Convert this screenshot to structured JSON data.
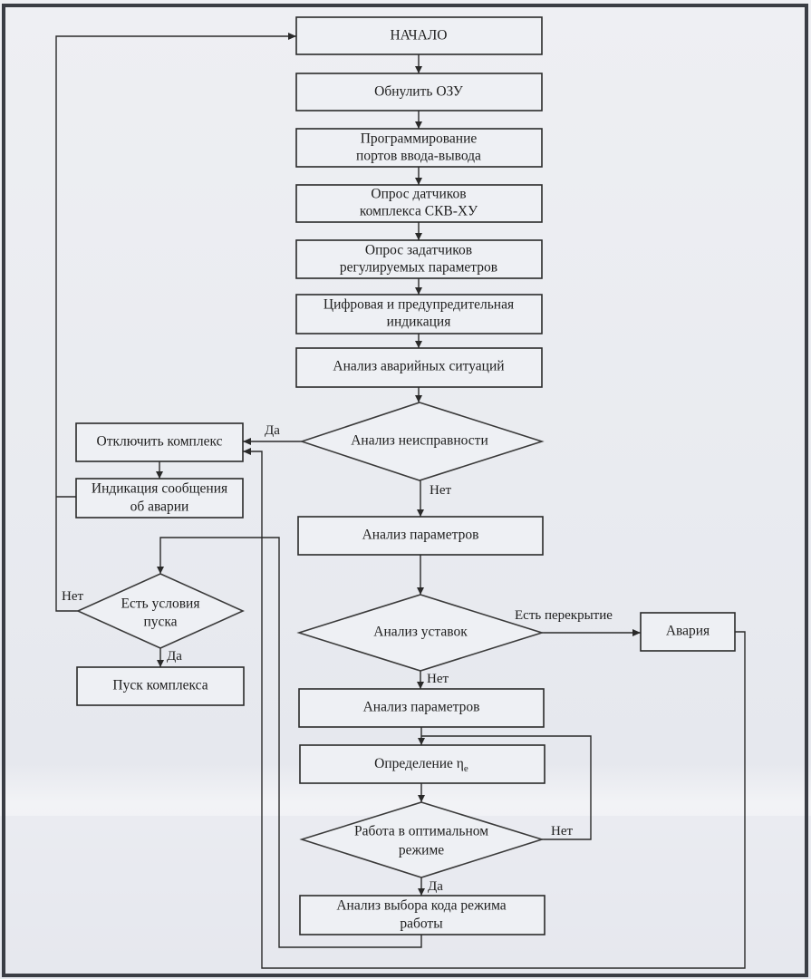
{
  "diagram": {
    "type": "flowchart",
    "nodes": {
      "start": "НАЧАЛО",
      "clear_ram": "Обнулить ОЗУ",
      "program_ports": [
        "Программирование",
        "портов ввода-вывода"
      ],
      "poll_sensors": [
        "Опрос датчиков",
        "комплекса СКВ-ХУ"
      ],
      "poll_setpoints": [
        "Опрос задатчиков",
        "регулируемых параметров"
      ],
      "indication": [
        "Цифровая и предупредительная",
        "индикация"
      ],
      "emergency_analysis": "Анализ аварийных ситуаций",
      "fault_analysis": "Анализ неисправности",
      "shutdown": "Отключить комплекс",
      "alarm_message": [
        "Индикация сообщения",
        "об аварии"
      ],
      "param_analysis_1": "Анализ параметров",
      "start_conditions": [
        "Есть условия",
        "пуска"
      ],
      "start_complex": "Пуск комплекса",
      "setpoint_analysis": "Анализ уставок",
      "emergency": "Авария",
      "param_analysis_2": "Анализ параметров",
      "efficiency": "Определение η",
      "efficiency_sub": "e",
      "optimal_mode": [
        "Работа в оптимальном",
        "режиме"
      ],
      "mode_code": [
        "Анализ выбора кода режима",
        "работы"
      ]
    },
    "edge_labels": {
      "fault_yes": "Да",
      "fault_no": "Нет",
      "start_no": "Нет",
      "start_yes": "Да",
      "overlap": "Есть перекрытие",
      "setpoint_no": "Нет",
      "optimal_no": "Нет",
      "optimal_yes": "Да"
    }
  }
}
